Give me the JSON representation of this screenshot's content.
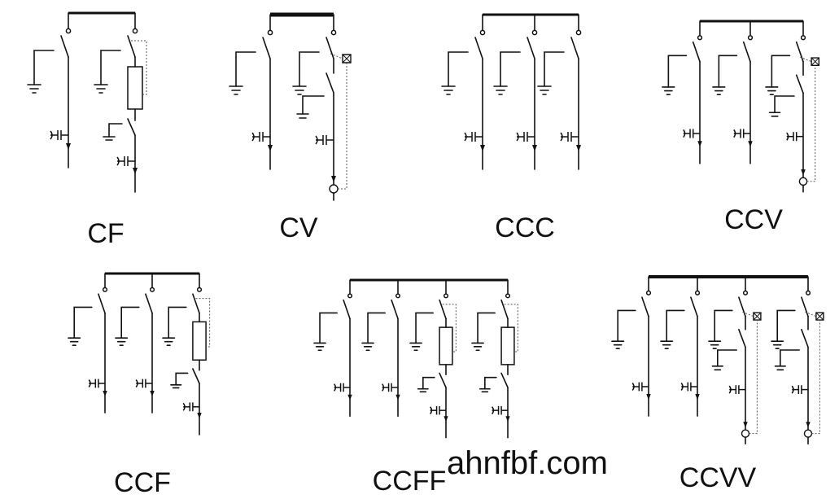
{
  "colors": {
    "line": "#111111",
    "dashed": "#555555",
    "background": "#ffffff"
  },
  "diagrams": [
    {
      "id": "cf",
      "label": "CF",
      "feeders": [
        "switch",
        "fuse"
      ]
    },
    {
      "id": "cv",
      "label": "CV",
      "feeders": [
        "switch",
        "breaker"
      ]
    },
    {
      "id": "ccc",
      "label": "CCC",
      "feeders": [
        "switch",
        "switch",
        "switch"
      ]
    },
    {
      "id": "ccv",
      "label": "CCV",
      "feeders": [
        "switch",
        "switch",
        "breaker"
      ]
    },
    {
      "id": "ccf",
      "label": "CCF",
      "feeders": [
        "switch",
        "switch",
        "fuse"
      ]
    },
    {
      "id": "ccff",
      "label": "CCFF",
      "feeders": [
        "switch",
        "switch",
        "fuse",
        "fuse"
      ]
    },
    {
      "id": "ccvv",
      "label": "CCVV",
      "feeders": [
        "switch",
        "switch",
        "breaker",
        "breaker"
      ]
    }
  ],
  "watermark": "ahnfbf.com"
}
